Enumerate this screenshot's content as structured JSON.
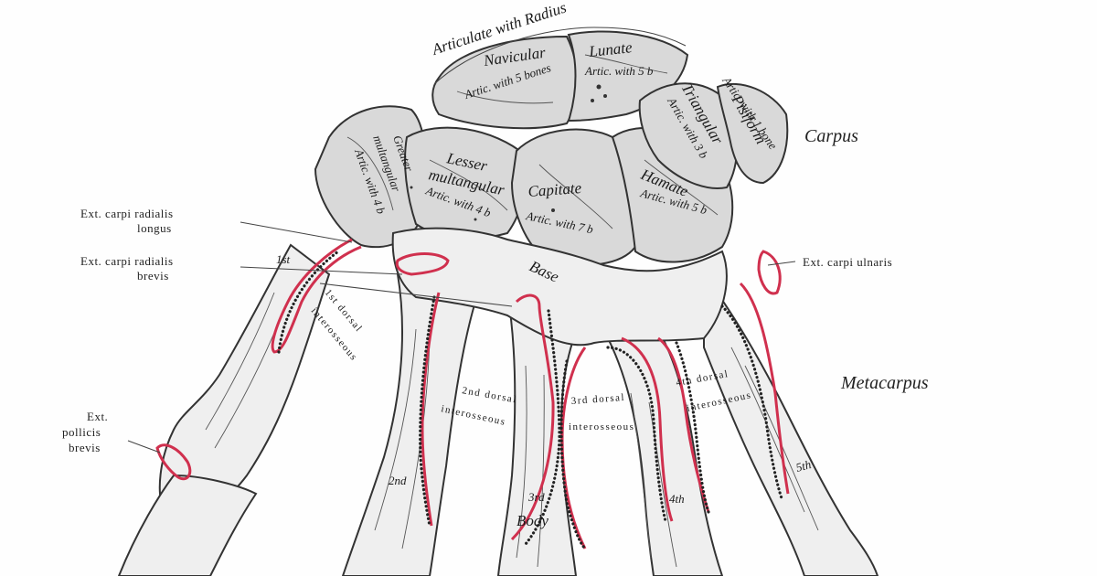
{
  "labels": {
    "arc": "Articulate with Radius",
    "carpus": "Carpus",
    "metacarpus": "Metacarpus",
    "ecrl_1": "Ext. carpi radialis",
    "ecrl_2": "longus",
    "ecrb_1": "Ext. carpi radialis",
    "ecrb_2": "brevis",
    "epb_1": "Ext.",
    "epb_2": "pollicis",
    "epb_3": "brevis",
    "ecu": "Ext. carpi ulnaris"
  },
  "carpals": {
    "navicular": "Navicular",
    "navicular_artic": "Artic. with 5 bones",
    "lunate": "Lunate",
    "lunate_artic": "Artic. with 5 b",
    "triangular": "Triangular",
    "triangular_artic": "Artic. with 3 b",
    "pisiform": "Pisiform",
    "pisiform_artic": "Artic. with 1 bone",
    "greater_1": "Greater",
    "greater_2": "multangular",
    "greater_artic": "Artic. with 4 b",
    "lesser_1": "Lesser",
    "lesser_2": "multangular",
    "lesser_artic": "Artic. with 4 b",
    "capitate": "Capitate",
    "capitate_artic": "Artic. with 7 b",
    "hamate": "Hamate",
    "hamate_artic": "Artic. with 5 b",
    "base": "Base"
  },
  "metacarpals": {
    "first": "1st",
    "second": "2nd",
    "third": "3rd",
    "fourth": "4th",
    "fifth": "5th",
    "body": "Body"
  },
  "interossei": {
    "first_1": "1st dorsal",
    "first_2": "interosseous",
    "second_1": "2nd dorsal",
    "second_2": "interosseous",
    "third_1": "3rd dorsal",
    "third_2": "interosseous",
    "fourth_1": "4th dorsal",
    "fourth_2": "interosseous"
  },
  "colors": {
    "muscle_attachment": "#d0304e",
    "bone_fill": "#efefef",
    "ink": "#222222"
  }
}
